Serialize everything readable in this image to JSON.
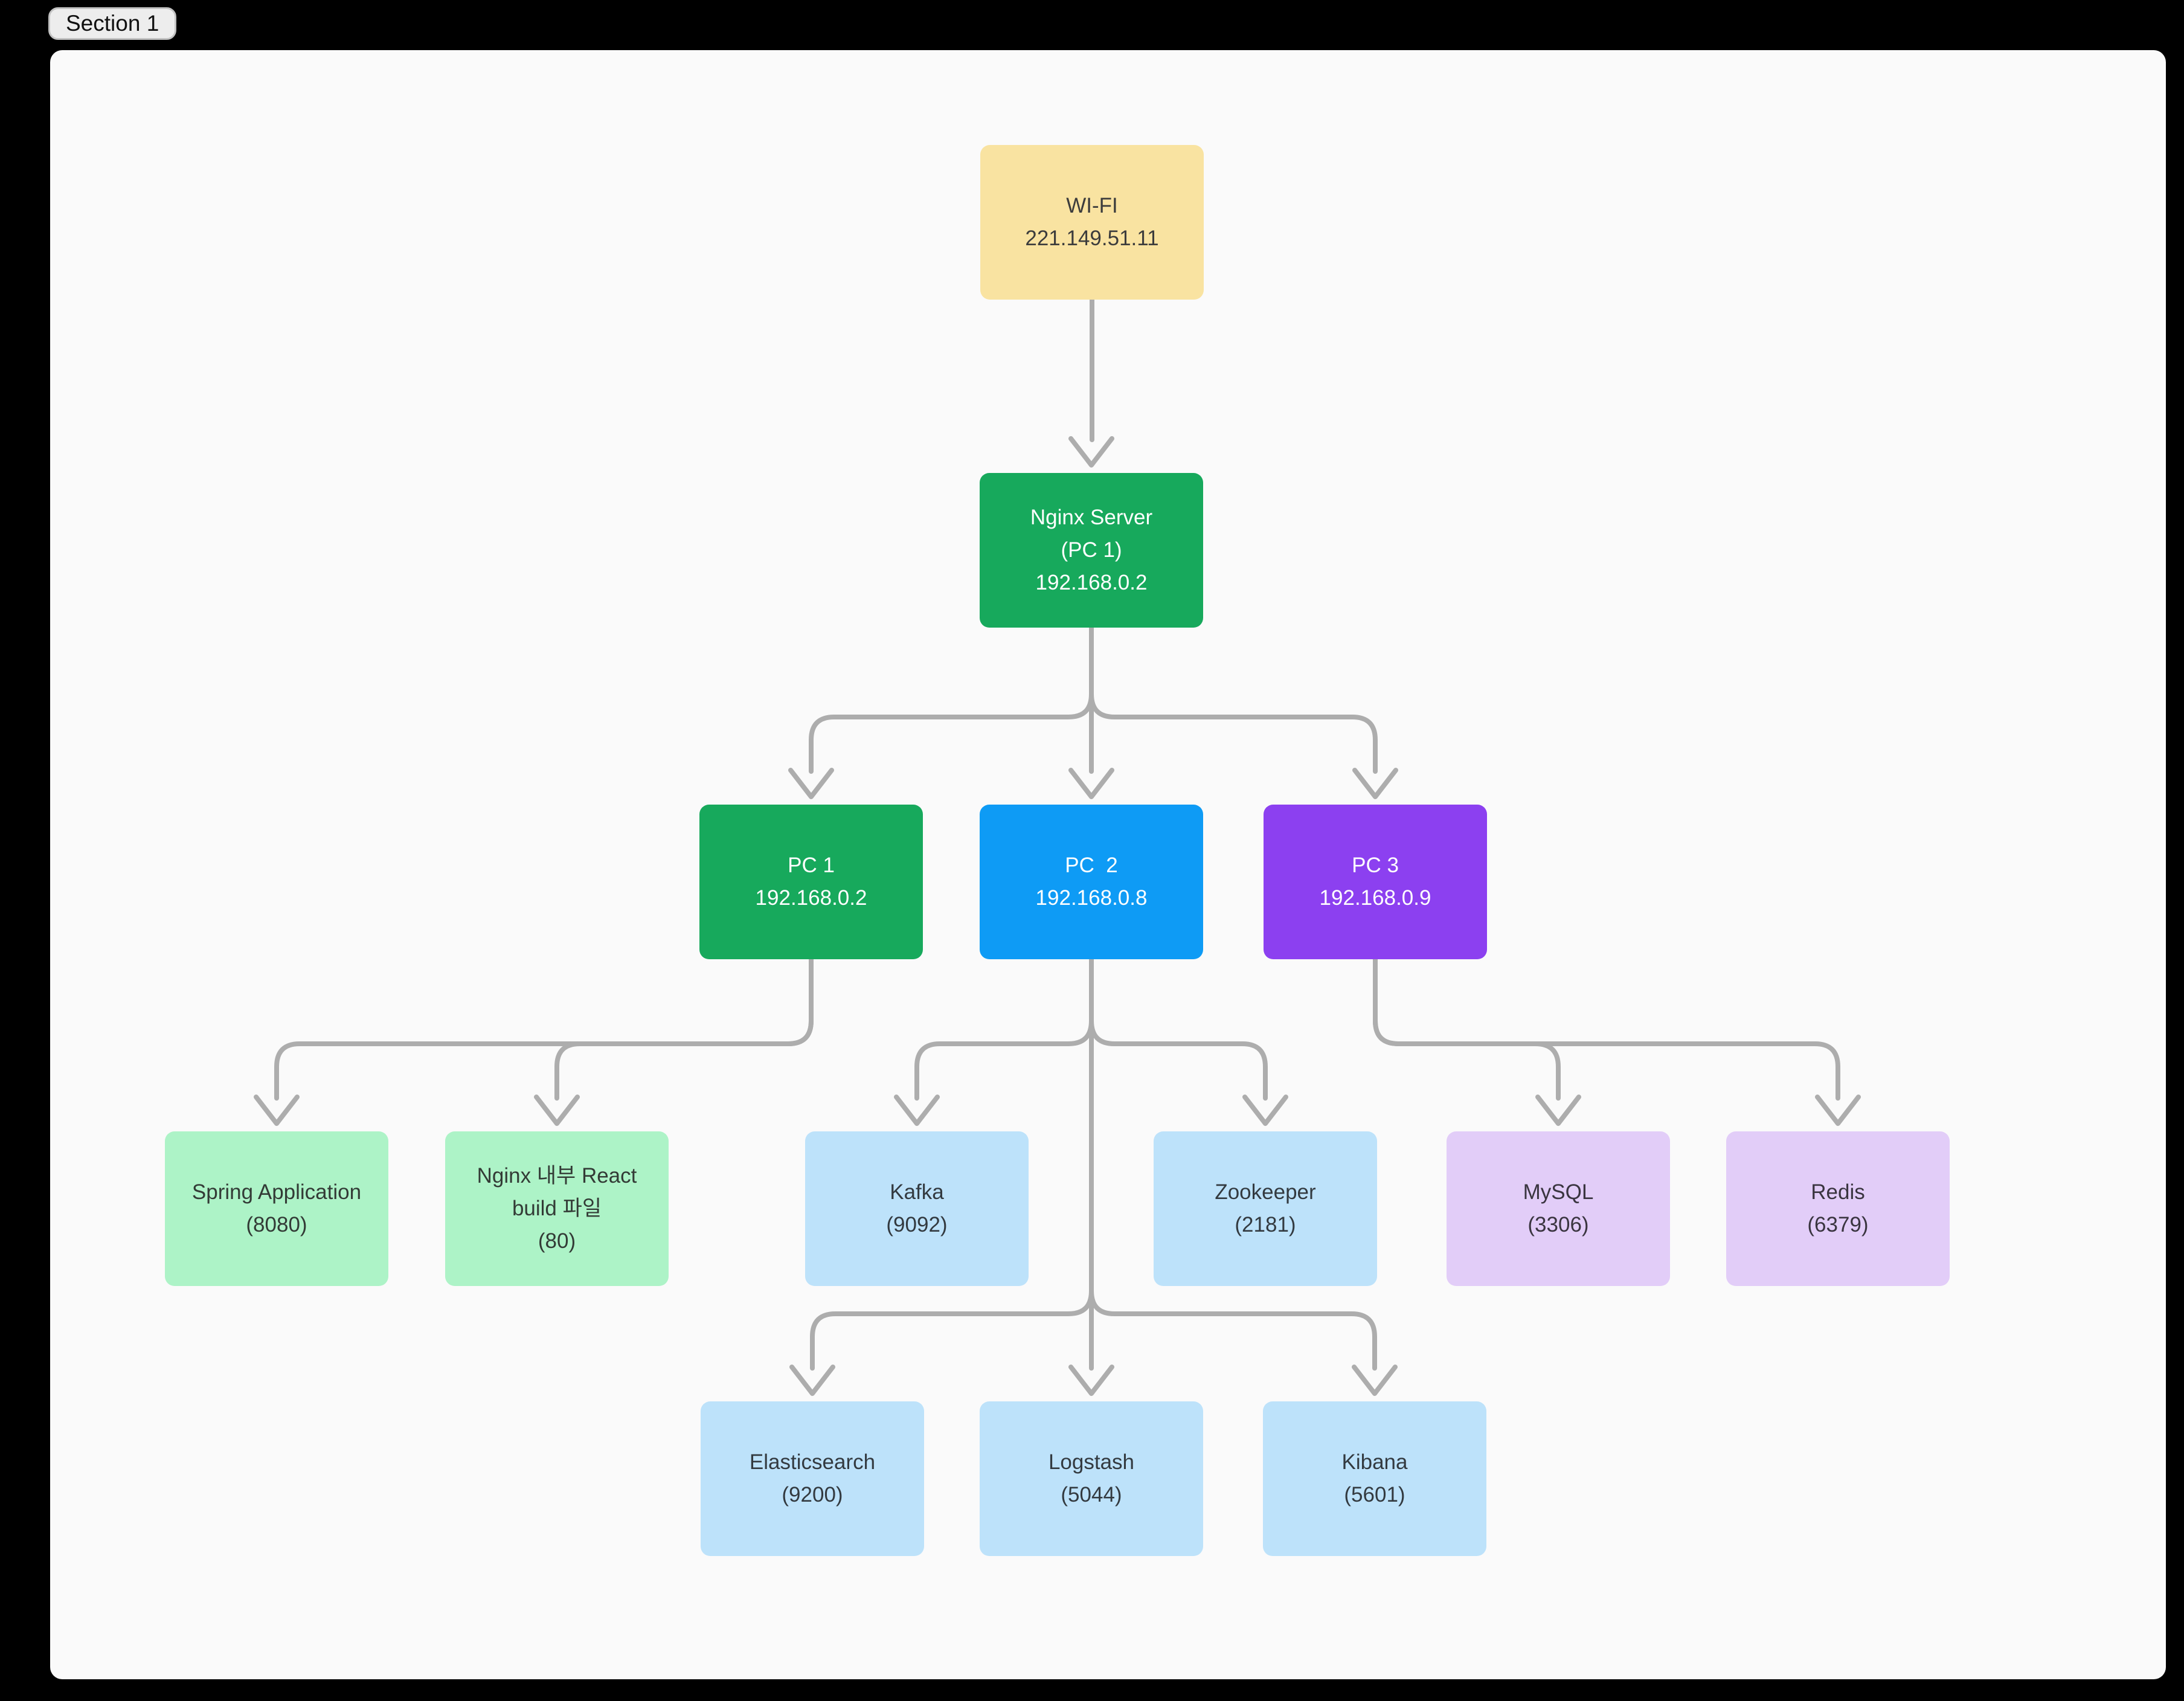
{
  "section_label": "Section 1",
  "diagram": {
    "nodes": [
      {
        "id": "wifi",
        "lines": [
          "WI-FI",
          "221.149.51.11"
        ],
        "style": "yellow"
      },
      {
        "id": "nginx-server",
        "lines": [
          "Nginx Server",
          "(PC 1)",
          "192.168.0.2"
        ],
        "style": "green"
      },
      {
        "id": "pc1",
        "lines": [
          "PC 1",
          "192.168.0.2"
        ],
        "style": "green"
      },
      {
        "id": "pc2",
        "lines": [
          "PC  2",
          "192.168.0.8"
        ],
        "style": "blue"
      },
      {
        "id": "pc3",
        "lines": [
          "PC 3",
          "192.168.0.9"
        ],
        "style": "purple"
      },
      {
        "id": "spring-application",
        "lines": [
          "Spring Application",
          "(8080)"
        ],
        "style": "light-green"
      },
      {
        "id": "nginx-react-build",
        "lines": [
          "Nginx 내부 React",
          "build 파일",
          "(80)"
        ],
        "style": "light-green"
      },
      {
        "id": "kafka",
        "lines": [
          "Kafka",
          "(9092)"
        ],
        "style": "light-blue"
      },
      {
        "id": "zookeeper",
        "lines": [
          "Zookeeper",
          "(2181)"
        ],
        "style": "light-blue"
      },
      {
        "id": "mysql",
        "lines": [
          "MySQL",
          "(3306)"
        ],
        "style": "light-purple"
      },
      {
        "id": "redis",
        "lines": [
          "Redis",
          "(6379)"
        ],
        "style": "light-purple"
      },
      {
        "id": "elasticsearch",
        "lines": [
          "Elasticsearch",
          "(9200)"
        ],
        "style": "light-blue"
      },
      {
        "id": "logstash",
        "lines": [
          "Logstash",
          "(5044)"
        ],
        "style": "light-blue"
      },
      {
        "id": "kibana",
        "lines": [
          "Kibana",
          "(5601)"
        ],
        "style": "light-blue"
      }
    ],
    "edges": [
      {
        "from": "wifi",
        "to": "nginx-server"
      },
      {
        "from": "nginx-server",
        "to": "pc1"
      },
      {
        "from": "nginx-server",
        "to": "pc2"
      },
      {
        "from": "nginx-server",
        "to": "pc3"
      },
      {
        "from": "pc1",
        "to": "spring-application"
      },
      {
        "from": "pc1",
        "to": "nginx-react-build"
      },
      {
        "from": "pc2",
        "to": "kafka"
      },
      {
        "from": "pc2",
        "to": "zookeeper"
      },
      {
        "from": "pc2",
        "to": "elasticsearch"
      },
      {
        "from": "pc2",
        "to": "logstash"
      },
      {
        "from": "pc2",
        "to": "kibana"
      },
      {
        "from": "pc3",
        "to": "mysql"
      },
      {
        "from": "pc3",
        "to": "redis"
      }
    ],
    "styles": {
      "yellow": {
        "bg": "#F9E3A1",
        "text": "#3C3C3C"
      },
      "green": {
        "bg": "#17A95C",
        "text": "#FFFFFF"
      },
      "blue": {
        "bg": "#0E9BF5",
        "text": "#FFFFFF"
      },
      "purple": {
        "bg": "#8C40F0",
        "text": "#FFFFFF"
      },
      "light-green": {
        "bg": "#ADF3C7",
        "text": "#333B36"
      },
      "light-blue": {
        "bg": "#BDE2FA",
        "text": "#333A40"
      },
      "light-purple": {
        "bg": "#E2CDF8",
        "text": "#3A3540"
      }
    },
    "connector_color": "#ADADAD"
  }
}
